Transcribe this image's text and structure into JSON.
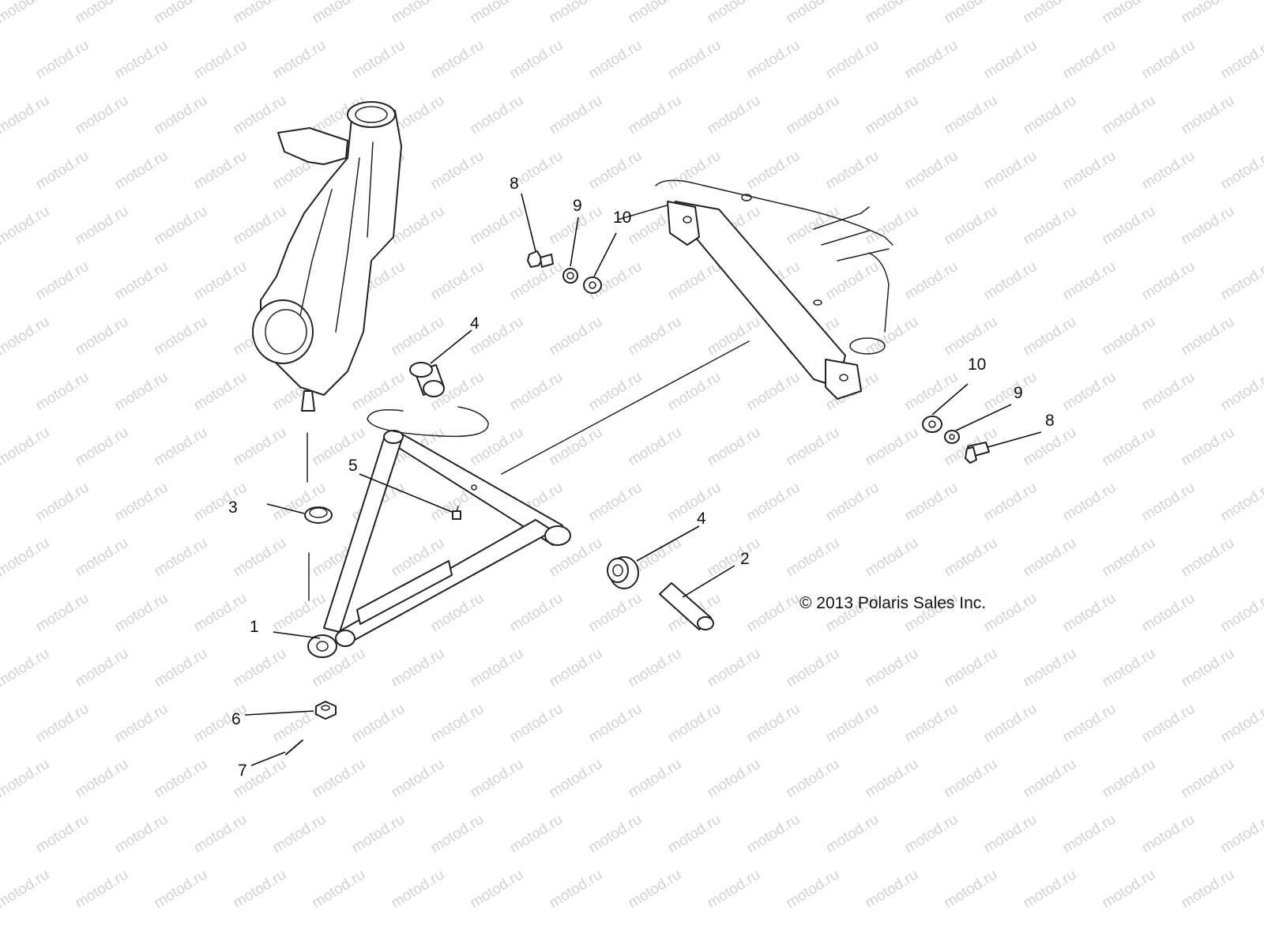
{
  "watermark_text": "motod.ru",
  "copyright": "© 2013 Polaris Sales Inc.",
  "callouts": [
    {
      "id": "c1",
      "label": "1"
    },
    {
      "id": "c2",
      "label": "2"
    },
    {
      "id": "c3",
      "label": "3"
    },
    {
      "id": "c4a",
      "label": "4"
    },
    {
      "id": "c4b",
      "label": "4"
    },
    {
      "id": "c5",
      "label": "5"
    },
    {
      "id": "c6",
      "label": "6"
    },
    {
      "id": "c7",
      "label": "7"
    },
    {
      "id": "c8a",
      "label": "8"
    },
    {
      "id": "c8b",
      "label": "8"
    },
    {
      "id": "c9a",
      "label": "9"
    },
    {
      "id": "c9b",
      "label": "9"
    },
    {
      "id": "c10a",
      "label": "10"
    },
    {
      "id": "c10b",
      "label": "10"
    }
  ]
}
